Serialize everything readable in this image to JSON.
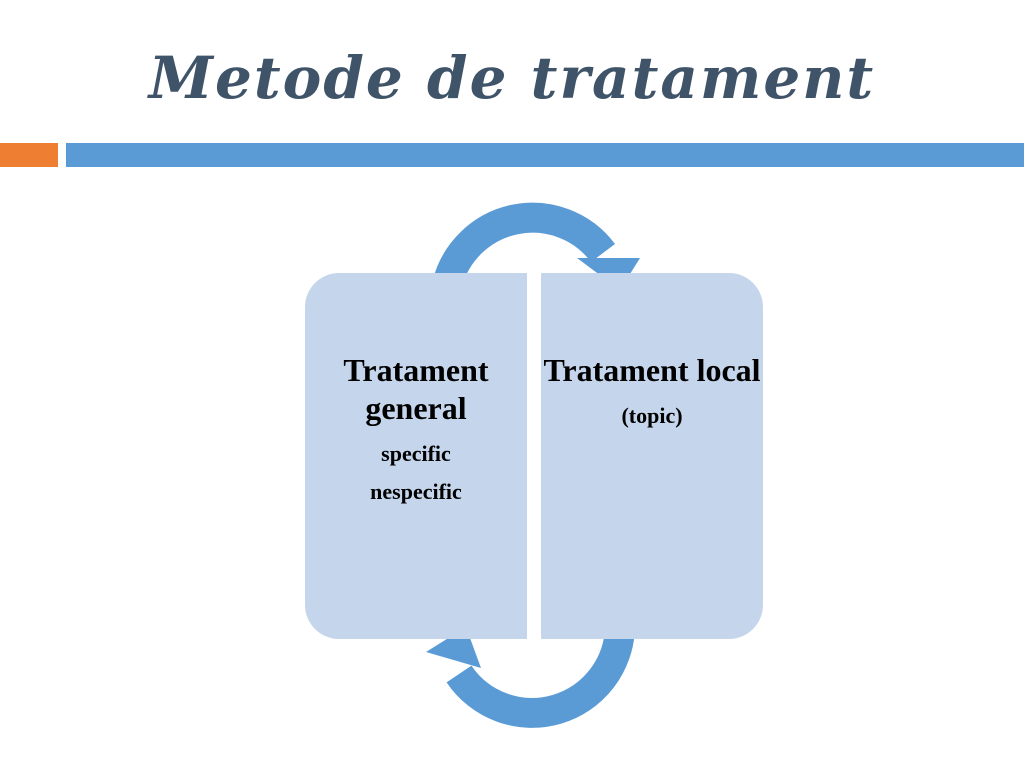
{
  "slide": {
    "title": "Metode de tratament"
  },
  "colors": {
    "title": "#3f5369",
    "accent_orange": "#ee7f32",
    "accent_blue": "#5b9bd5",
    "panel_fill": "#c5d5eb",
    "arrow": "#5b9bd5"
  },
  "icons": {
    "top_arrow": "curved-arrow-right-icon",
    "bottom_arrow": "curved-arrow-left-icon"
  },
  "diagram": {
    "left": {
      "heading": "Tratament general",
      "items": [
        "specific",
        "nespecific"
      ]
    },
    "right": {
      "heading": "Tratament local",
      "items": [
        "(topic)"
      ]
    }
  }
}
